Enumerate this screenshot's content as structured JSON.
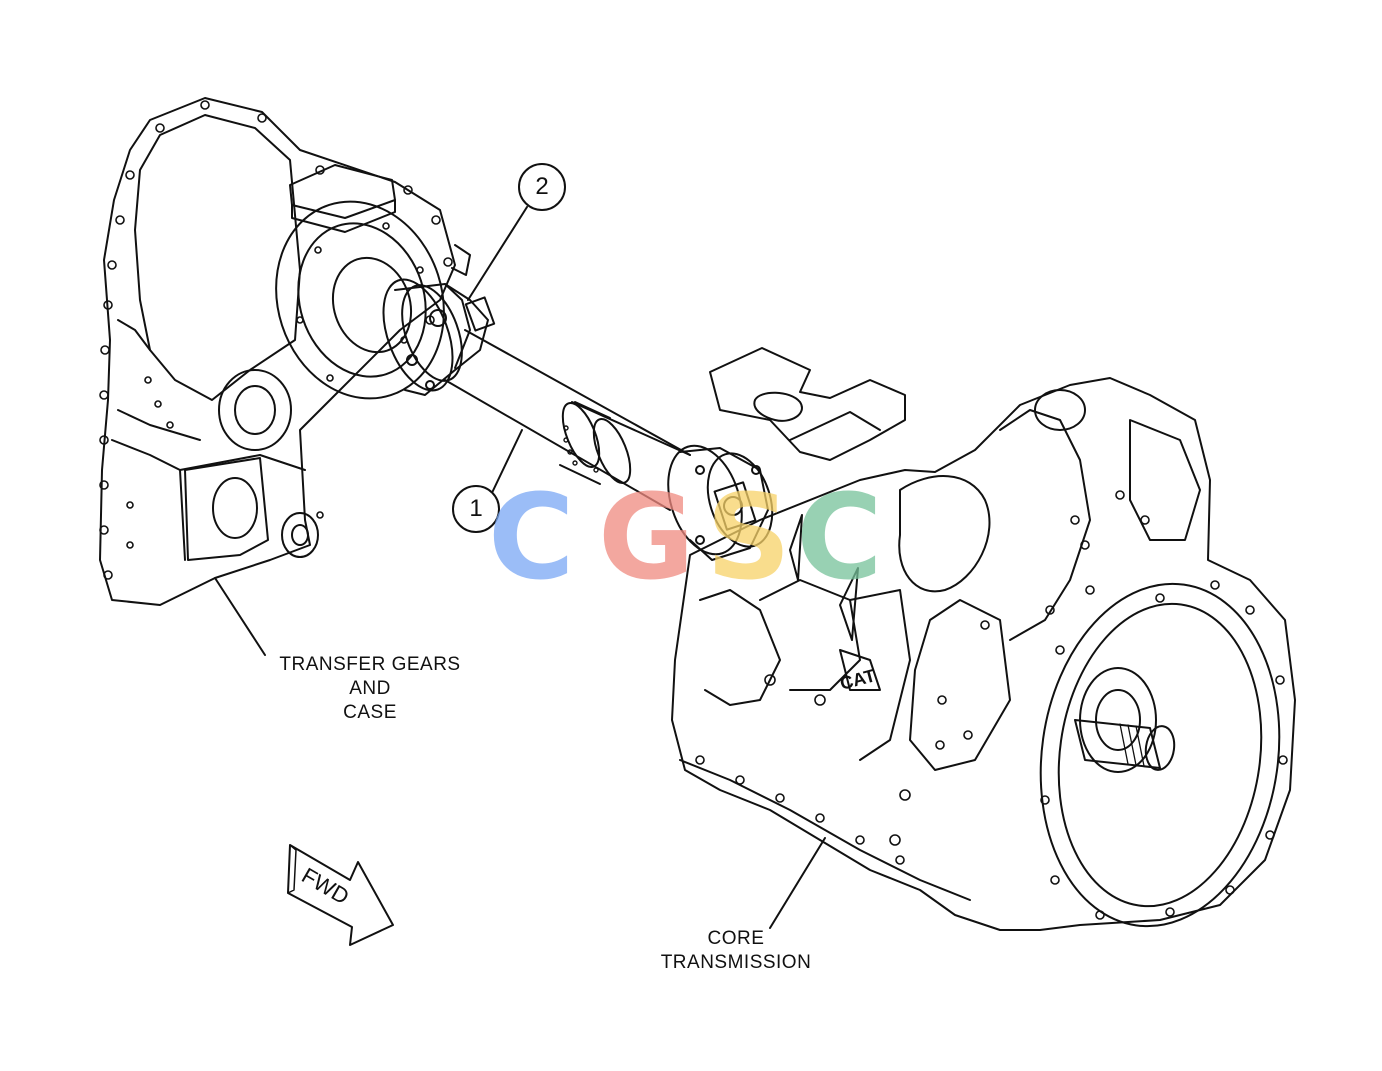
{
  "callouts": {
    "c1": "1",
    "c2": "2"
  },
  "labels": {
    "transfer": [
      "TRANSFER GEARS",
      "AND",
      "CASE"
    ],
    "core": [
      "CORE",
      "TRANSMISSION"
    ],
    "fwd": "FWD"
  },
  "watermark": {
    "letters": [
      "C",
      "G",
      "S",
      "C"
    ],
    "colors": [
      "#7aa8f5",
      "#f08a80",
      "#f7d268",
      "#76c29a"
    ]
  },
  "stroke_color": "#111111"
}
